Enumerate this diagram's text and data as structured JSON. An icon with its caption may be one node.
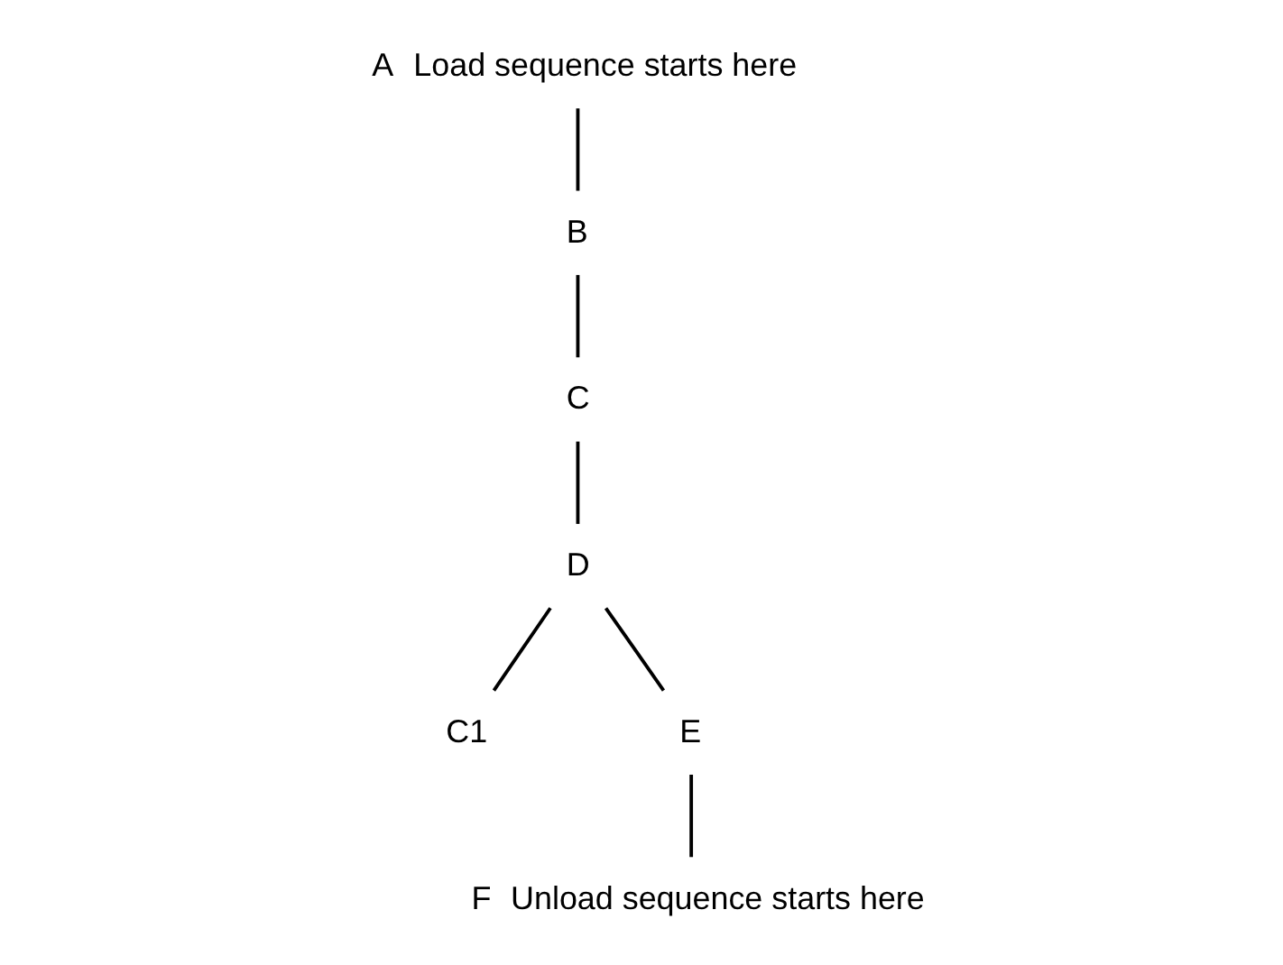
{
  "diagram": {
    "nodes": [
      {
        "text": [
          "A"
        ],
        "beside": [
          "Load sequence starts here"
        ]
      },
      {
        "text": [
          "B"
        ]
      },
      {
        "text": [
          "C"
        ]
      },
      {
        "text": [
          "D"
        ]
      },
      {
        "text": [
          "C1"
        ]
      },
      {
        "text": [
          "E"
        ]
      },
      {
        "text": [
          "F"
        ],
        "beside": [
          "Unload sequence starts here"
        ]
      }
    ],
    "edges": [
      {
        "from": 0,
        "to": 1,
        "arrow": "none"
      },
      {
        "from": 1,
        "to": 2,
        "arrow": "none"
      },
      {
        "from": 2,
        "to": 3,
        "arrow": "none"
      },
      {
        "from": 3,
        "to": 4,
        "arrow": "none"
      },
      {
        "from": 3,
        "to": 5,
        "arrow": "none"
      },
      {
        "from": 5,
        "to": 6,
        "arrow": "none"
      }
    ]
  }
}
